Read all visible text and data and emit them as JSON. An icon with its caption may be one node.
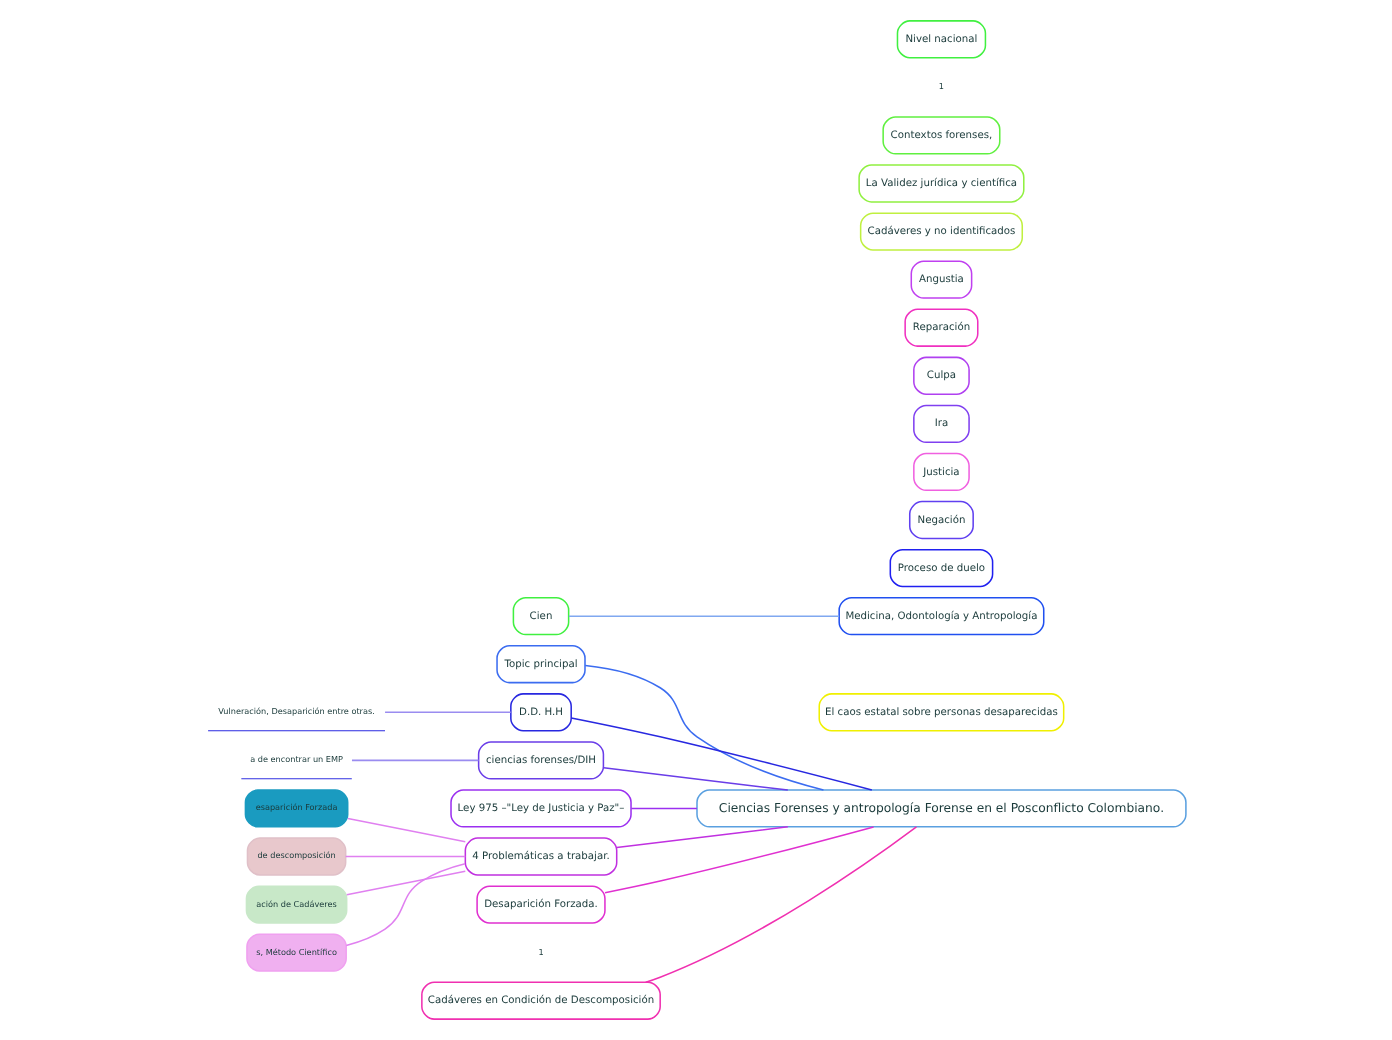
{
  "diagram": {
    "nodes": [
      {
        "text": [
          "Ciencias Forenses y antropología Forense en el Posconflicto Colombiano."
        ]
      },
      {
        "text": [
          "Topic principal"
        ]
      },
      {
        "text": [
          "D.D. H.H"
        ]
      },
      {
        "text": [
          "Vulneración, Desaparición entre otras."
        ]
      },
      {
        "text": [
          "ciencias forenses/DIH"
        ]
      },
      {
        "text": [
          "a de encontrar un EMP"
        ]
      },
      {
        "text": [
          "Ley 975 –\"Ley de Justicia y Paz\"–"
        ]
      },
      {
        "text": [
          "4 Problemáticas a trabajar."
        ]
      },
      {
        "text": [
          "esaparición Forzada"
        ]
      },
      {
        "text": [
          "de descomposición"
        ]
      },
      {
        "text": [
          "ación de Cadáveres"
        ]
      },
      {
        "text": [
          "s, Método Científico"
        ]
      },
      {
        "text": [
          "Desaparición Forzada."
        ],
        "beside": [
          "1"
        ]
      },
      {
        "text": [
          "Cadáveres en Condición de Descomposición"
        ]
      },
      {
        "text": [
          "El caos estatal sobre personas desaparecidas"
        ]
      },
      {
        "text": [
          "Medicina, Odontología y Antropología"
        ]
      },
      {
        "text": [
          "Cien"
        ]
      },
      {
        "text": [
          "Proceso de duelo"
        ]
      },
      {
        "text": [
          "Negación"
        ]
      },
      {
        "text": [
          "Justicia"
        ]
      },
      {
        "text": [
          "Ira"
        ]
      },
      {
        "text": [
          "Culpa"
        ]
      },
      {
        "text": [
          "Reparación"
        ]
      },
      {
        "text": [
          "Angustia"
        ]
      },
      {
        "text": [
          "Cadáveres y no identificados"
        ]
      },
      {
        "text": [
          "La Validez jurídica y científica"
        ]
      },
      {
        "text": [
          "Contextos forenses,"
        ]
      },
      {
        "text": [
          "Nivel nacional"
        ],
        "beside": [
          "1"
        ]
      }
    ],
    "edges": [
      {
        "from": 0,
        "to": 1,
        "arrow": "none",
        "color": "#3b6cf0"
      },
      {
        "from": 0,
        "to": 2,
        "arrow": "none",
        "color": "#2828e0"
      },
      {
        "from": 2,
        "to": 3,
        "arrow": "none",
        "color": "#9a8cf0"
      },
      {
        "from": 0,
        "to": 4,
        "arrow": "none",
        "color": "#6a3de8"
      },
      {
        "from": 4,
        "to": 5,
        "arrow": "none",
        "color": "#9a8cf0"
      },
      {
        "from": 0,
        "to": 6,
        "arrow": "none",
        "color": "#9b30f0"
      },
      {
        "from": 0,
        "to": 7,
        "arrow": "none",
        "color": "#c030e0"
      },
      {
        "from": 7,
        "to": 8,
        "arrow": "none",
        "color": "#e080f0"
      },
      {
        "from": 7,
        "to": 9,
        "arrow": "none",
        "color": "#e080f0"
      },
      {
        "from": 7,
        "to": 10,
        "arrow": "none",
        "color": "#e080f0"
      },
      {
        "from": 7,
        "to": 11,
        "arrow": "none",
        "color": "#e080f0"
      },
      {
        "from": 0,
        "to": 12,
        "arrow": "none",
        "color": "#e030d0"
      },
      {
        "from": 0,
        "to": 13,
        "arrow": "none",
        "color": "#f030b0"
      },
      {
        "from": 15,
        "to": 16,
        "arrow": "none",
        "color": "#80a8f0"
      }
    ]
  }
}
